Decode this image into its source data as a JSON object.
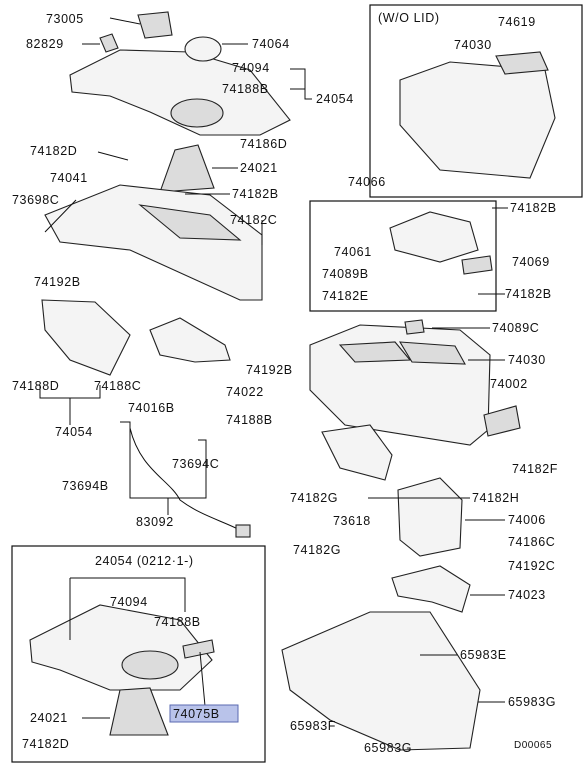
{
  "diagram": {
    "box_wo_lid_title": "(W/O LID)",
    "box_bottom_title": "24054 (0212·1-)",
    "footer_code": "D00065",
    "highlight_part": "74075B",
    "highlight_color": "#b9c3ea",
    "labels": {
      "p73005": "73005",
      "p82829": "82829",
      "p74064": "74064",
      "p74094": "74094",
      "p74188B_top": "74188B",
      "p24054": "24054",
      "p74619": "74619",
      "p74030_top": "74030",
      "p74182D_a": "74182D",
      "p74186D": "74186D",
      "p24021_top": "24021",
      "p74041": "74041",
      "p74182B_a": "74182B",
      "p73698C": "73698C",
      "p74182C": "74182C",
      "p74066": "74066",
      "p74182B_b": "74182B",
      "p74061": "74061",
      "p74089B": "74089B",
      "p74069": "74069",
      "p74182E": "74182E",
      "p74182B_c": "74182B",
      "p74192B_a": "74192B",
      "p74089C": "74089C",
      "p74030_mid": "74030",
      "p74192B_b": "74192B",
      "p74188D": "74188D",
      "p74188C": "74188C",
      "p74022": "74022",
      "p74016B": "74016B",
      "p74002": "74002",
      "p74188B_mid": "74188B",
      "p74054": "74054",
      "p73694C": "73694C",
      "p74182F": "74182F",
      "p73694B": "73694B",
      "p74182G_a": "74182G",
      "p74182H": "74182H",
      "p73618": "73618",
      "p74006": "74006",
      "p83092": "83092",
      "p74182G_b": "74182G",
      "p74186C": "74186C",
      "p74192C": "74192C",
      "p74023": "74023",
      "p74094_b": "74094",
      "p74188B_b": "74188B",
      "p65983E": "65983E",
      "p24021_b": "24021",
      "p74075B": "74075B",
      "p65983G_a": "65983G",
      "p74182D_b": "74182D",
      "p65983F": "65983F",
      "p65983G_b": "65983G"
    }
  }
}
